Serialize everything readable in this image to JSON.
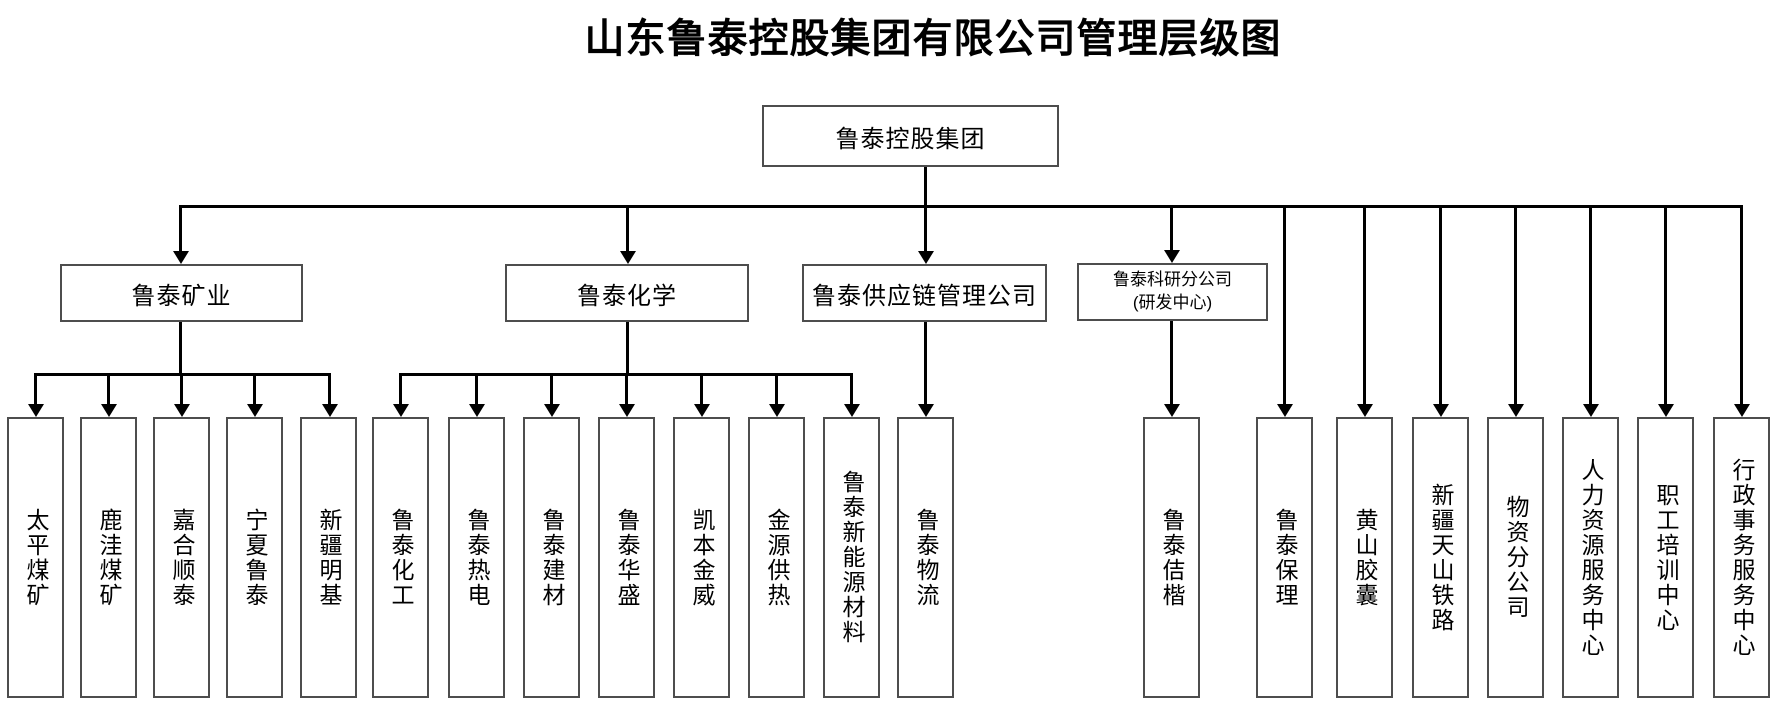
{
  "title": "山东鲁泰控股集团有限公司管理层级图",
  "org": {
    "root": {
      "label": "鲁泰控股集团"
    },
    "branches": [
      {
        "label": "鲁泰矿业",
        "children": [
          {
            "label": "太平煤矿"
          },
          {
            "label": "鹿洼煤矿"
          },
          {
            "label": "嘉合顺泰"
          },
          {
            "label": "宁夏鲁泰"
          },
          {
            "label": "新疆明基"
          }
        ]
      },
      {
        "label": "鲁泰化学",
        "children": [
          {
            "label": "鲁泰化工"
          },
          {
            "label": "鲁泰热电"
          },
          {
            "label": "鲁泰建材"
          },
          {
            "label": "鲁泰华盛"
          },
          {
            "label": "凯本金威"
          },
          {
            "label": "金源供热"
          },
          {
            "label": "鲁泰新能源材料"
          }
        ]
      },
      {
        "label": "鲁泰供应链管理公司",
        "children": [
          {
            "label": "鲁泰物流"
          }
        ]
      },
      {
        "label": "鲁泰科研分公司",
        "label_line2": "(研发中心)",
        "children": [
          {
            "label": "鲁泰佶楷"
          }
        ]
      }
    ],
    "direct_units": [
      {
        "label": "鲁泰保理"
      },
      {
        "label": "黄山胶囊"
      },
      {
        "label": "新疆天山铁路"
      },
      {
        "label": "物资分公司"
      },
      {
        "label": "人力资源服务中心"
      },
      {
        "label": "职工培训中心"
      },
      {
        "label": "行政事务服务中心"
      }
    ]
  },
  "colors": {
    "line": "#000000",
    "box_border": "#4d4d4d",
    "text": "#000000",
    "background": "#ffffff"
  }
}
